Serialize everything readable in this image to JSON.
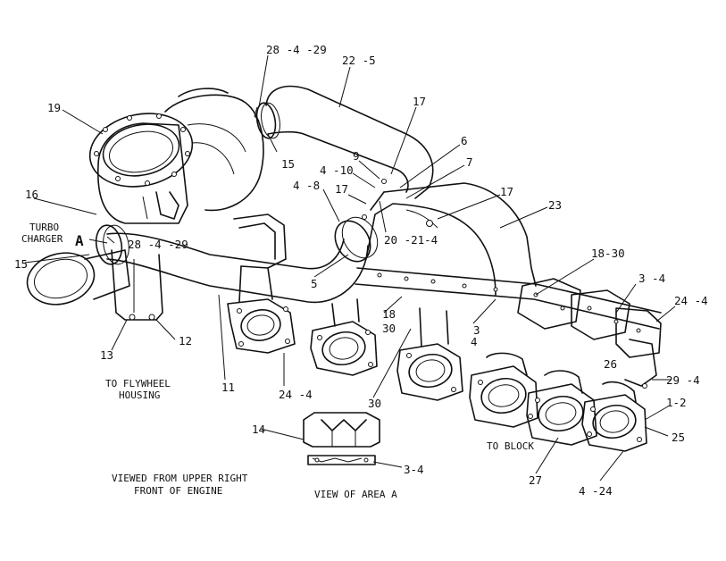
{
  "callouts": [
    {
      "id": "c-28-4-29-top",
      "text": "28 -4 -29"
    },
    {
      "id": "c-22-5",
      "text": "22 -5"
    },
    {
      "id": "c-19",
      "text": "19"
    },
    {
      "id": "c-17-a",
      "text": "17"
    },
    {
      "id": "c-6",
      "text": "6"
    },
    {
      "id": "c-9",
      "text": "9"
    },
    {
      "id": "c-7",
      "text": "7"
    },
    {
      "id": "c-4-10",
      "text": "4 -10"
    },
    {
      "id": "c-15-top",
      "text": "15"
    },
    {
      "id": "c-4-8",
      "text": "4 -8"
    },
    {
      "id": "c-17-b",
      "text": "17"
    },
    {
      "id": "c-17-c",
      "text": "17"
    },
    {
      "id": "c-23",
      "text": "23"
    },
    {
      "id": "c-16",
      "text": "16"
    },
    {
      "id": "c-20-21-4",
      "text": "20 -21-4"
    },
    {
      "id": "c-28-4-29-left",
      "text": "28 -4 -29"
    },
    {
      "id": "c-15-left",
      "text": "15"
    },
    {
      "id": "c-18-30",
      "text": "18-30"
    },
    {
      "id": "c-3-4-right",
      "text": "3 -4"
    },
    {
      "id": "c-24-4-right",
      "text": "24 -4"
    },
    {
      "id": "c-5",
      "text": "5"
    },
    {
      "id": "c-18",
      "text": "18"
    },
    {
      "id": "c-30-a",
      "text": "30"
    },
    {
      "id": "c-3",
      "text": "3"
    },
    {
      "id": "c-4",
      "text": "4"
    },
    {
      "id": "c-26",
      "text": "26"
    },
    {
      "id": "c-13",
      "text": "13"
    },
    {
      "id": "c-12",
      "text": "12"
    },
    {
      "id": "c-29-4",
      "text": "29 -4"
    },
    {
      "id": "c-11",
      "text": "11"
    },
    {
      "id": "c-24-4-bottom",
      "text": "24 -4"
    },
    {
      "id": "c-30-b",
      "text": "30"
    },
    {
      "id": "c-1-2",
      "text": "1-2"
    },
    {
      "id": "c-14",
      "text": "14"
    },
    {
      "id": "c-25",
      "text": "25"
    },
    {
      "id": "c-3-4-bottom",
      "text": "3-4"
    },
    {
      "id": "c-27",
      "text": "27"
    },
    {
      "id": "c-4-24",
      "text": "4 -24"
    },
    {
      "id": "c-A",
      "text": "A"
    }
  ],
  "annotations": {
    "turbo_line1": "TURBO",
    "turbo_line2": "CHARGER",
    "flywheel_line1": "TO FLYWHEEL",
    "flywheel_line2": "HOUSING",
    "to_block": "TO BLOCK",
    "viewed_line1": "VIEWED FROM UPPER RIGHT",
    "viewed_line2": "FRONT OF ENGINE",
    "view_of_area": "VIEW OF AREA A"
  }
}
